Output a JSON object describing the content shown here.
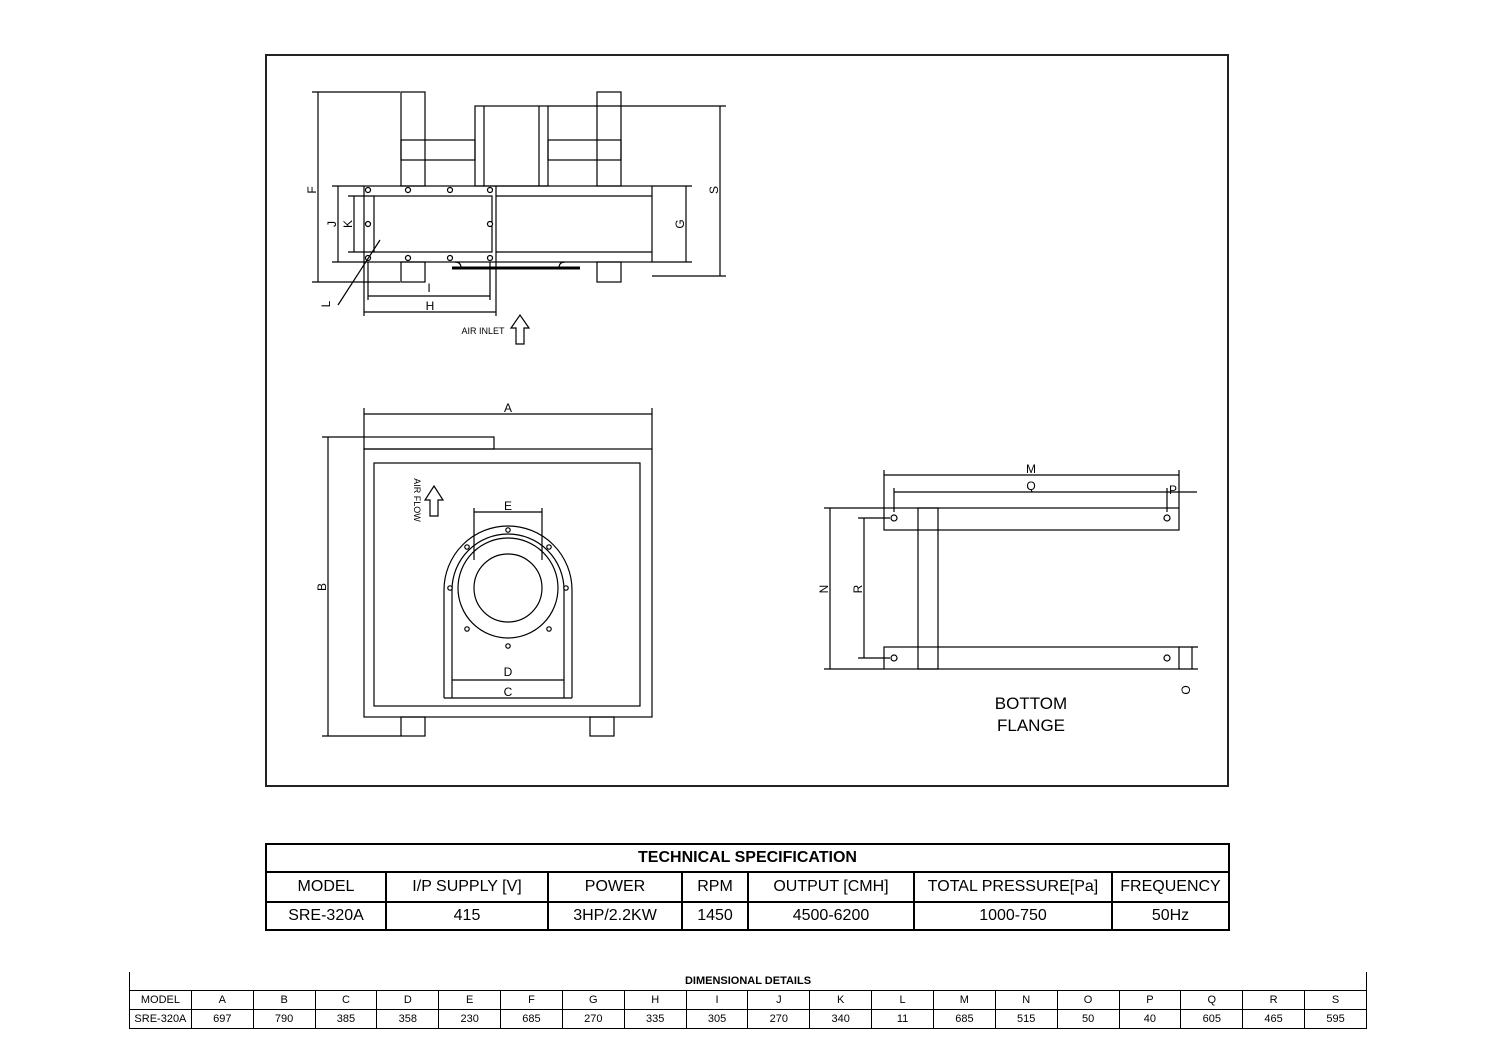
{
  "drawing": {
    "top_view_labels": {
      "F": "F",
      "J": "J",
      "K": "K",
      "L": "L",
      "I": "I",
      "H": "H",
      "G": "G",
      "S": "S"
    },
    "air_inlet": "AIR INLET",
    "front_view_labels": {
      "A": "A",
      "B": "B",
      "E": "E",
      "D": "D",
      "C": "C"
    },
    "air_flow": "AIR FLOW",
    "flange_labels": {
      "M": "M",
      "Q": "Q",
      "P": "P",
      "N": "N",
      "R": "R",
      "O": "O"
    },
    "bottom_flange_line1": "BOTTOM",
    "bottom_flange_line2": "FLANGE"
  },
  "technical_specification": {
    "title": "TECHNICAL SPECIFICATION",
    "headers": [
      "MODEL",
      "I/P SUPPLY [V]",
      "POWER",
      "RPM",
      "OUTPUT [CMH]",
      "TOTAL PRESSURE[Pa]",
      "FREQUENCY"
    ],
    "row": [
      "SRE-320A",
      "415",
      "3HP/2.2KW",
      "1450",
      "4500-6200",
      "1000-750",
      "50Hz"
    ]
  },
  "dimensional_details": {
    "title": "DIMENSIONAL DETAILS",
    "headers": [
      "MODEL",
      "A",
      "B",
      "C",
      "D",
      "E",
      "F",
      "G",
      "H",
      "I",
      "J",
      "K",
      "L",
      "M",
      "N",
      "O",
      "P",
      "Q",
      "R",
      "S"
    ],
    "row": [
      "SRE-320A",
      "697",
      "790",
      "385",
      "358",
      "230",
      "685",
      "270",
      "335",
      "305",
      "270",
      "340",
      "11",
      "685",
      "515",
      "50",
      "40",
      "605",
      "465",
      "595"
    ]
  }
}
